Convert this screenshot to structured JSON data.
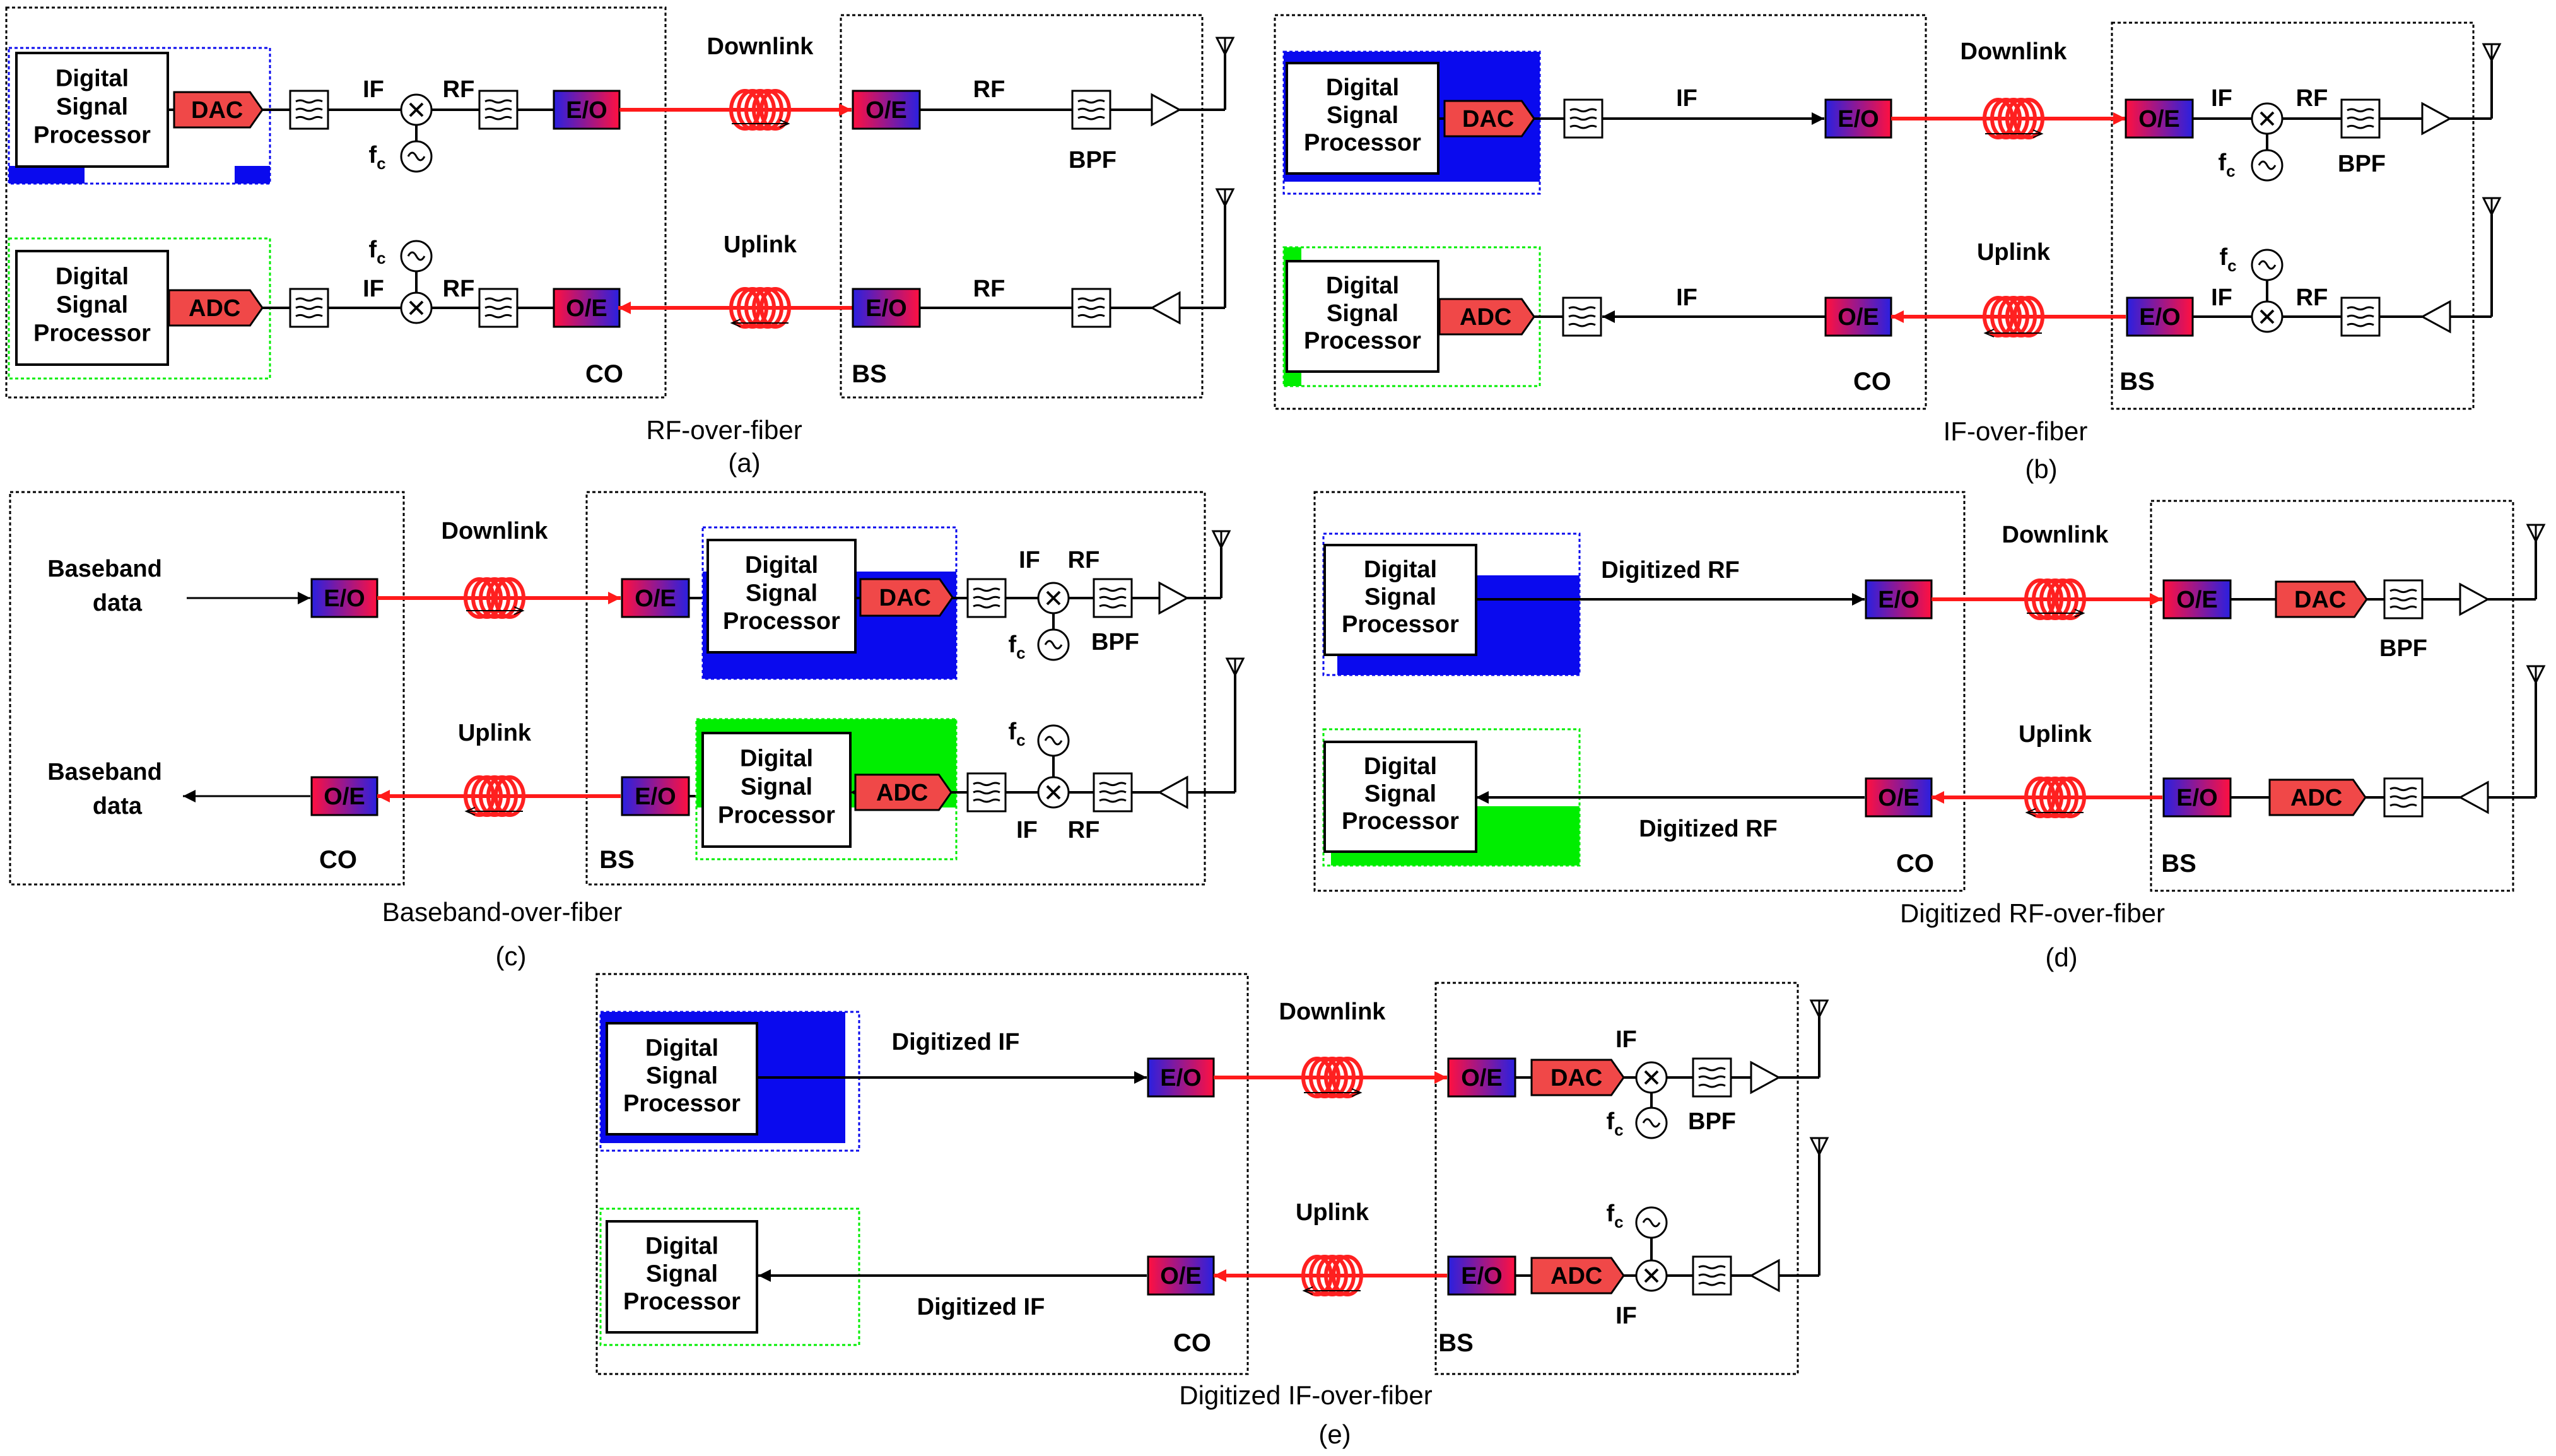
{
  "colors": {
    "fiber": "#ff1a1a",
    "coil": "#ff2020",
    "dsp_dl": "#0a0aee",
    "dsp_ul": "#00ee00",
    "dac_adc": "#f04848",
    "eo_grad_start": "#2a20e0",
    "eo_grad_end": "#ff1040",
    "line": "#000000",
    "frame": "#000000"
  },
  "icons": [
    "bandpass-filter-icon",
    "mixer-icon",
    "oscillator-icon",
    "amplifier-icon",
    "antenna-icon",
    "fiber-coil-icon",
    "arrow-icon"
  ],
  "labels": {
    "dsp": [
      "Digital",
      "Signal",
      "Processor"
    ],
    "baseband": [
      "Baseband",
      "data"
    ],
    "dac": "DAC",
    "adc": "ADC",
    "eo": "E/O",
    "oe": "O/E",
    "if": "IF",
    "rf": "RF",
    "bpf": "BPF",
    "fc": "f",
    "fc_sub": "c",
    "downlink": "Downlink",
    "uplink": "Uplink",
    "co": "CO",
    "bs": "BS",
    "digitized_rf": "Digitized RF",
    "digitized_if": "Digitized IF"
  },
  "panels": {
    "a": {
      "title": "RF-over-fiber",
      "letter": "(a)"
    },
    "b": {
      "title": "IF-over-fiber",
      "letter": "(b)"
    },
    "c": {
      "title": "Baseband-over-fiber",
      "letter": "(c)"
    },
    "d": {
      "title": "Digitized RF-over-fiber",
      "letter": "(d)"
    },
    "e": {
      "title": "Digitized IF-over-fiber",
      "letter": "(e)"
    }
  }
}
